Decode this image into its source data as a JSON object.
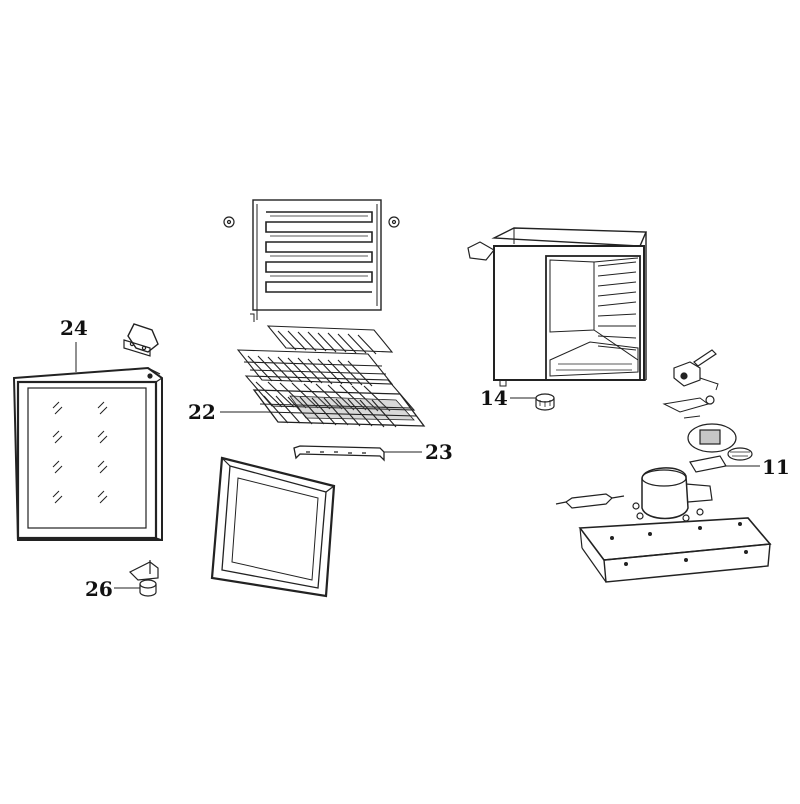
{
  "diagram": {
    "parts": [
      {
        "id": "door",
        "label": "24"
      },
      {
        "id": "wire-shelves",
        "label": "22"
      },
      {
        "id": "shelf-rail",
        "label": "23"
      },
      {
        "id": "leveling-foot",
        "label": "14"
      },
      {
        "id": "control-assembly",
        "label": "11"
      },
      {
        "id": "lower-hinge",
        "label": "26"
      }
    ]
  }
}
